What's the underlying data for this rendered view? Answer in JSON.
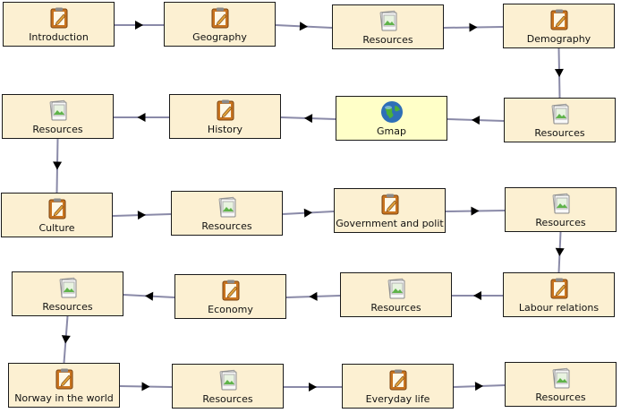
{
  "nodes": [
    {
      "id": "introduction",
      "label": "Introduction",
      "icon": "notepad-icon"
    },
    {
      "id": "geography",
      "label": "Geography",
      "icon": "notepad-icon"
    },
    {
      "id": "resources-1",
      "label": "Resources",
      "icon": "image-document-icon"
    },
    {
      "id": "demography",
      "label": "Demography",
      "icon": "notepad-icon"
    },
    {
      "id": "resources-2",
      "label": "Resources",
      "icon": "image-document-icon"
    },
    {
      "id": "gmap",
      "label": "Gmap",
      "icon": "globe-icon"
    },
    {
      "id": "history",
      "label": "History",
      "icon": "notepad-icon"
    },
    {
      "id": "resources-3",
      "label": "Resources",
      "icon": "image-document-icon"
    },
    {
      "id": "culture",
      "label": "Culture",
      "icon": "notepad-icon"
    },
    {
      "id": "resources-4",
      "label": "Resources",
      "icon": "image-document-icon"
    },
    {
      "id": "government",
      "label": "Government and polit",
      "icon": "notepad-icon"
    },
    {
      "id": "resources-5",
      "label": "Resources",
      "icon": "image-document-icon"
    },
    {
      "id": "labour-relations",
      "label": "Labour relations",
      "icon": "notepad-icon"
    },
    {
      "id": "resources-6",
      "label": "Resources",
      "icon": "image-document-icon"
    },
    {
      "id": "economy",
      "label": "Economy",
      "icon": "notepad-icon"
    },
    {
      "id": "resources-7",
      "label": "Resources",
      "icon": "image-document-icon"
    },
    {
      "id": "norway-in-the-world",
      "label": "Norway in the world",
      "icon": "notepad-icon"
    },
    {
      "id": "resources-8",
      "label": "Resources",
      "icon": "image-document-icon"
    },
    {
      "id": "everyday-life",
      "label": "Everyday life",
      "icon": "notepad-icon"
    },
    {
      "id": "resources-9",
      "label": "Resources",
      "icon": "image-document-icon"
    }
  ],
  "edges": [
    [
      "introduction",
      "geography"
    ],
    [
      "geography",
      "resources-1"
    ],
    [
      "resources-1",
      "demography"
    ],
    [
      "demography",
      "resources-2"
    ],
    [
      "resources-2",
      "gmap"
    ],
    [
      "gmap",
      "history"
    ],
    [
      "history",
      "resources-3"
    ],
    [
      "resources-3",
      "culture"
    ],
    [
      "culture",
      "resources-4"
    ],
    [
      "resources-4",
      "government"
    ],
    [
      "government",
      "resources-5"
    ],
    [
      "resources-5",
      "labour-relations"
    ],
    [
      "labour-relations",
      "resources-6"
    ],
    [
      "resources-6",
      "economy"
    ],
    [
      "economy",
      "resources-7"
    ],
    [
      "resources-7",
      "norway-in-the-world"
    ],
    [
      "norway-in-the-world",
      "resources-8"
    ],
    [
      "resources-8",
      "everyday-life"
    ],
    [
      "everyday-life",
      "resources-9"
    ]
  ],
  "colors": {
    "node_fill": "#fcf0d2",
    "gmap_fill": "#ffffc8",
    "border": "#1a1a1a",
    "edge": "#8a8aa8",
    "arrow": "#000000"
  }
}
